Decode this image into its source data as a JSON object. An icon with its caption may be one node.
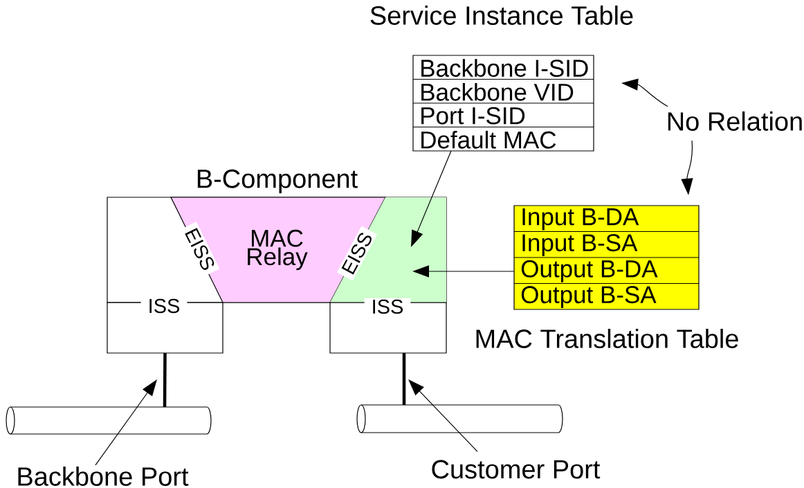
{
  "diagram": {
    "nodes": [
      {
        "text": [
          "B-Component"
        ]
      },
      {
        "text": [
          "MAC Relay"
        ],
        "in": 0
      },
      {
        "text": [],
        "shape": "box",
        "in": 0
      },
      {
        "text": [
          "ISS"
        ]
      },
      {
        "text": [
          "ISS"
        ]
      },
      {
        "text": [
          "Service Instance Table",
          "Backbone I-SID",
          "Backbone VID",
          "Port I-SID",
          "Default MAC"
        ]
      },
      {
        "text": [
          "Input B-DA",
          "Input B-SA",
          "Output B-DA",
          "Output B-SA",
          "MAC Translation Table"
        ]
      },
      {
        "text": [
          "No Relation"
        ]
      },
      {
        "text": [],
        "shape": "cylinder"
      },
      {
        "text": [],
        "shape": "cylinder"
      },
      {
        "text": [
          "Backbone Port"
        ]
      },
      {
        "text": [
          "Customer Port"
        ]
      }
    ],
    "edges": [
      {
        "from": 3,
        "to": 8,
        "arrow": "none",
        "style": "thick"
      },
      {
        "from": 4,
        "to": 9,
        "arrow": "none",
        "style": "thick"
      },
      {
        "from": 5,
        "to": 2,
        "arrow": "to"
      },
      {
        "from": 6,
        "to": 2,
        "arrow": "to"
      },
      {
        "from": 7,
        "to": 5,
        "arrow": "to"
      },
      {
        "from": 7,
        "to": 6,
        "arrow": "to"
      },
      {
        "from": 10,
        "to": null,
        "arrow": "to"
      },
      {
        "from": 11,
        "to": null,
        "arrow": "to"
      }
    ],
    "labels": [
      "EISS",
      "EISS"
    ]
  }
}
